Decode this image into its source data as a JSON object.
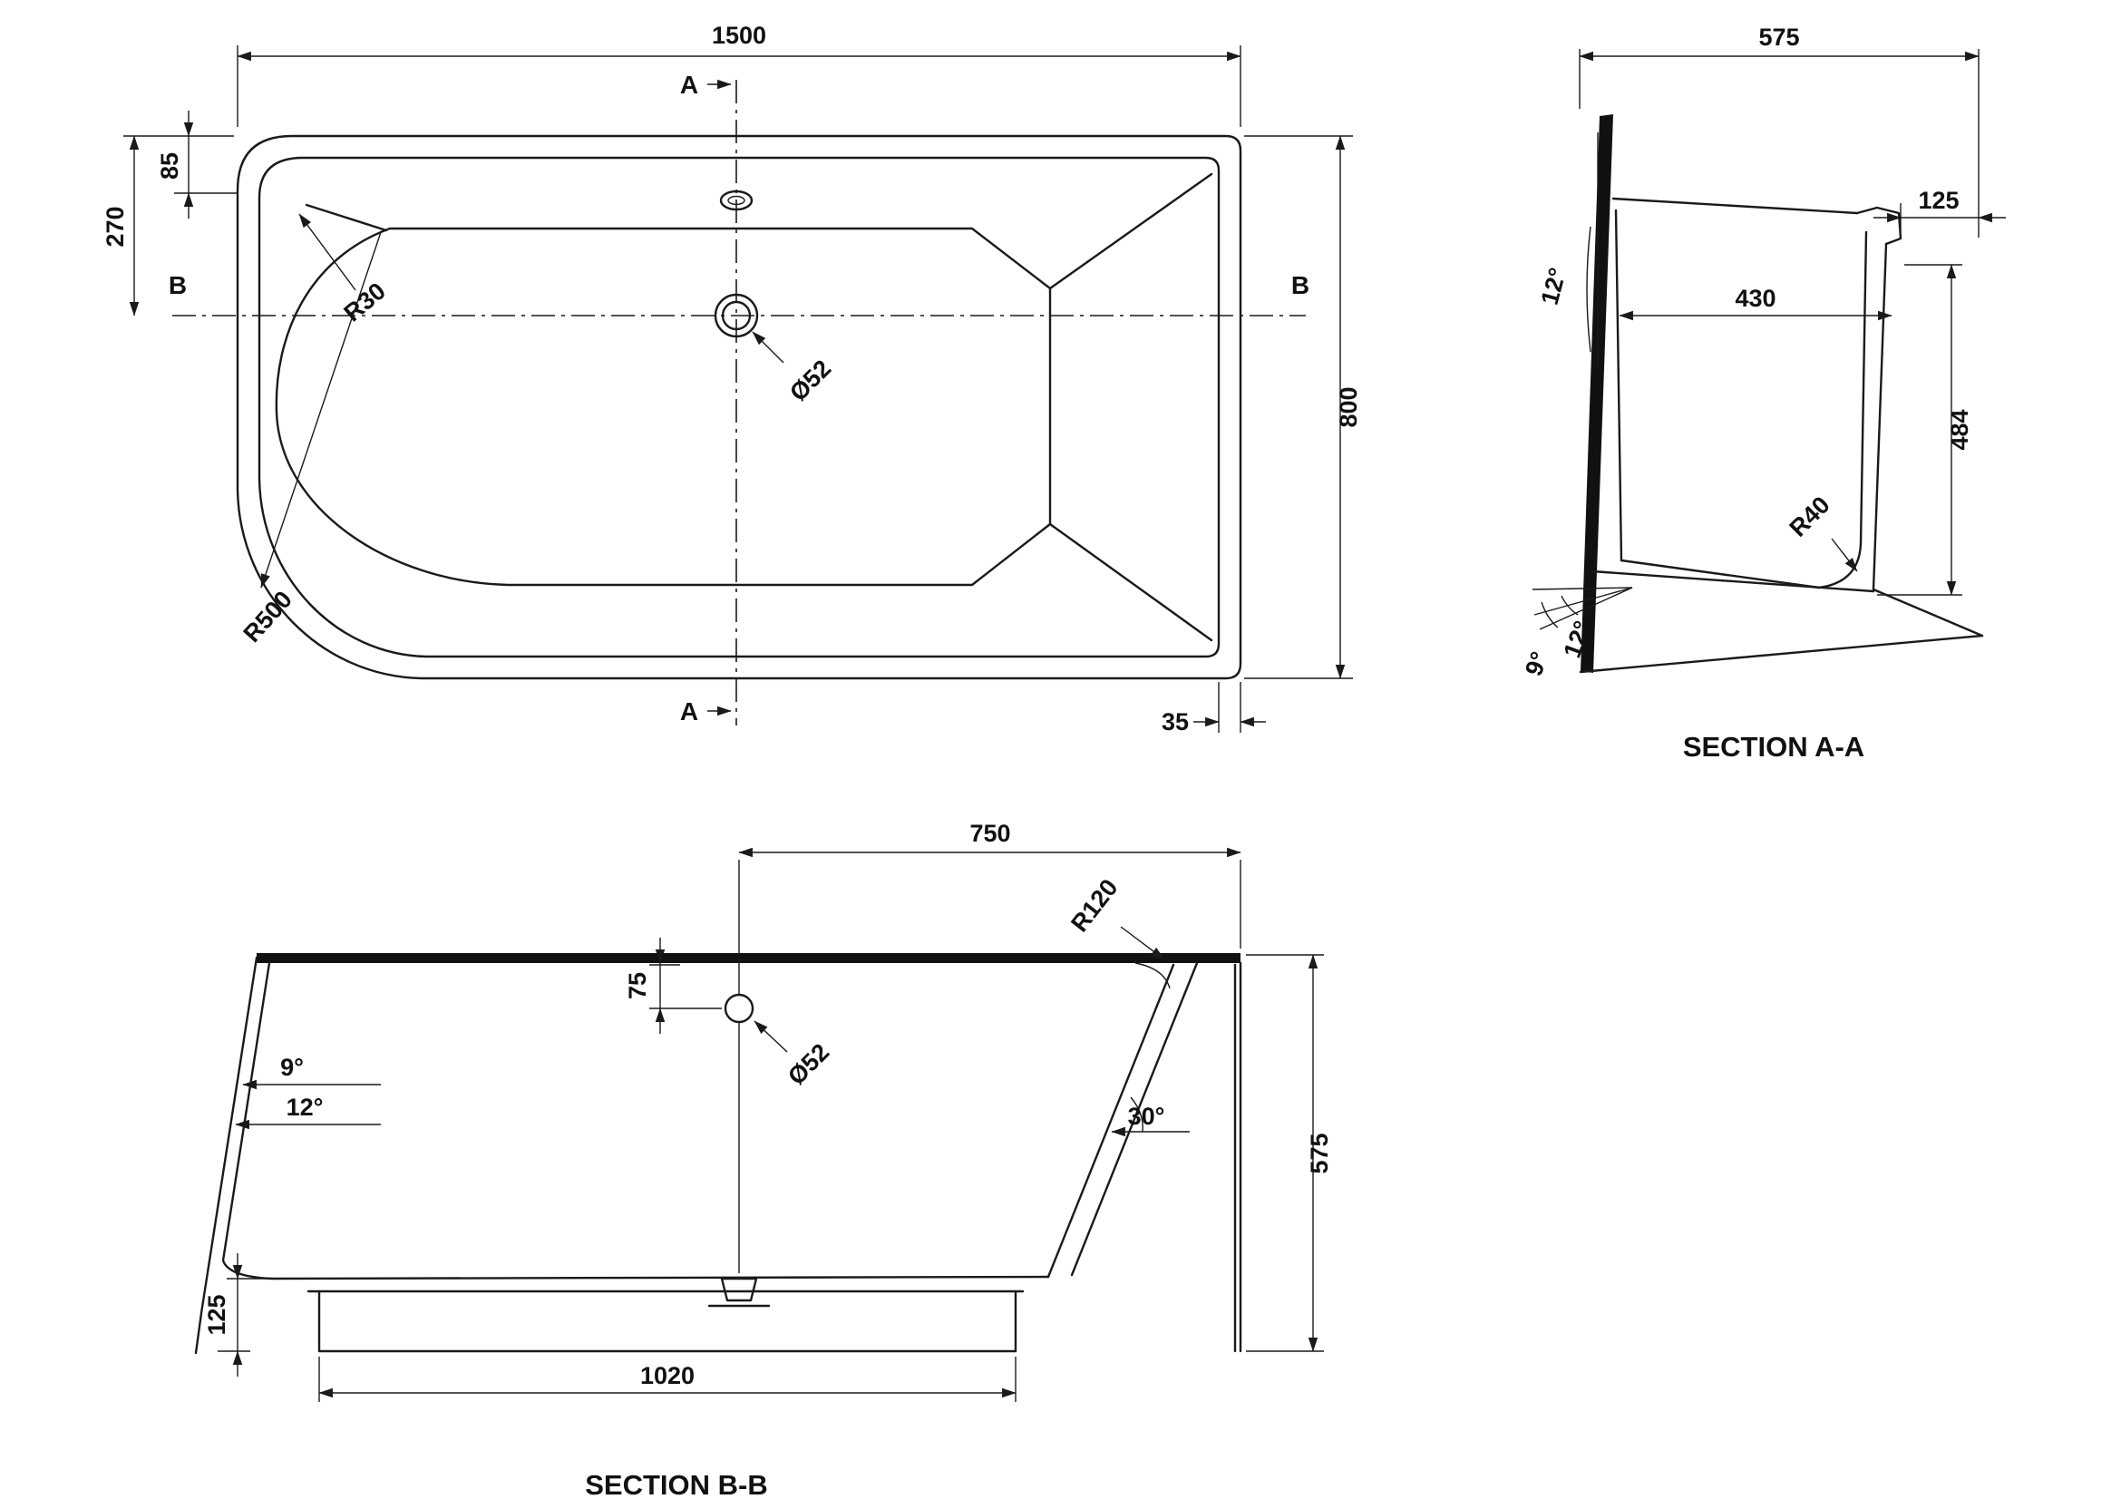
{
  "drawing": {
    "type": "technical-drawing",
    "subject": "corner bathtub",
    "line_color": "#1a1a1a",
    "background": "#ffffff"
  },
  "plan": {
    "dim_1500": "1500",
    "dim_85": "85",
    "dim_270": "270",
    "dim_800": "800",
    "dim_35": "35",
    "label_a": "A",
    "label_a_bottom": "A",
    "label_b_left": "B",
    "label_b_right": "B",
    "r30": "R30",
    "r500": "R500",
    "drain_dia": "Ø52"
  },
  "section_aa": {
    "title": "SECTION A-A",
    "dim_575": "575",
    "dim_125": "125",
    "dim_430": "430",
    "dim_484": "484",
    "angle_12_wall": "12°",
    "angle_12_base": "12°",
    "angle_9_base": "9°",
    "r40": "R40"
  },
  "section_bb": {
    "title": "SECTION B-B",
    "dim_750": "750",
    "dim_75": "75",
    "dim_575": "575",
    "dim_125": "125",
    "dim_1020": "1020",
    "angle_9": "9°",
    "angle_12": "12°",
    "angle_30": "30°",
    "r120": "R120",
    "drain_dia": "Ø52"
  }
}
